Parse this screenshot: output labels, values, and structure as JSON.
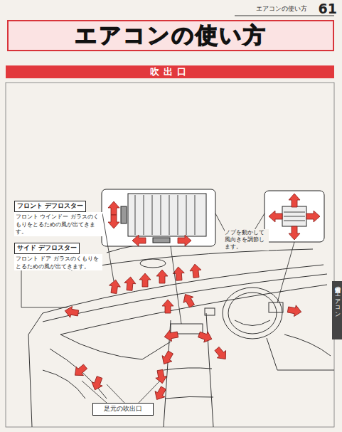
{
  "diagram": {
    "title": "エアコンの使い方",
    "nodes": [
      {
        "text": [
          "吹出口"
        ]
      },
      {
        "text": [
          "フロント デフロスター",
          "フロント ウインドー ガラスのくもりをとるための風が出てきます。"
        ]
      },
      {
        "text": [
          "サイド デフロスター",
          "フロント ドア ガラスのくもりをとるための風が出てきます。"
        ]
      },
      {
        "text": [
          "足元の吹出口"
        ]
      }
    ],
    "labels": [
      "エアコンの使い方",
      "61",
      "ノブを動かして風向きを調節します。",
      "室内装備のエアコン"
    ]
  }
}
